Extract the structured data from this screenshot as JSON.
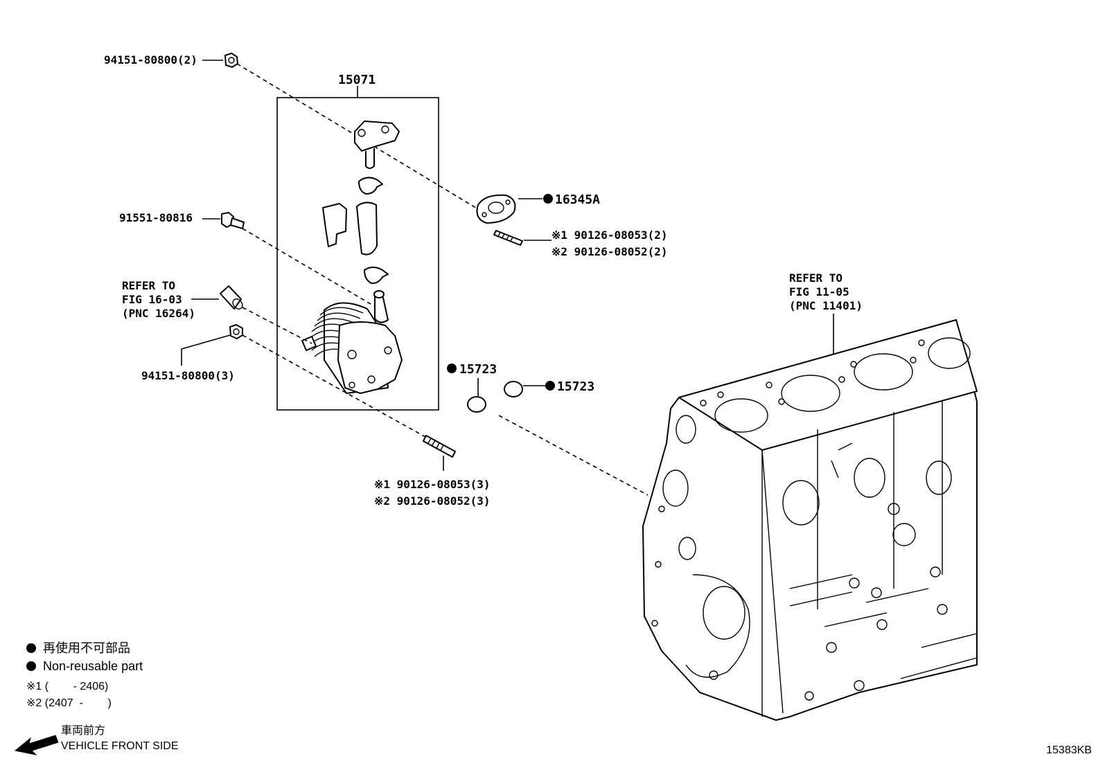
{
  "labels": {
    "bolt_top": "94151-80800(2)",
    "assembly": "15071",
    "gasket": "16345A",
    "stud_top_1": "※1 90126-08053(2)",
    "stud_top_2": "※2 90126-08052(2)",
    "bolt_mid": "91551-80816",
    "refer_16_line1": "REFER TO",
    "refer_16_line2": "FIG 16-03",
    "refer_16_line3": "(PNC 16264)",
    "nut_lower": "94151-80800(3)",
    "oring_left": "15723",
    "oring_right": "15723",
    "stud_bottom_1": "※1 90126-08053(3)",
    "stud_bottom_2": "※2 90126-08052(3)",
    "refer_11_line1": "REFER TO",
    "refer_11_line2": "FIG 11-05",
    "refer_11_line3": "(PNC 11401)"
  },
  "legend": {
    "non_reusable_jp": "再使用不可部品",
    "non_reusable_en": "Non-reusable part",
    "note1": "※1 (        - 2406)",
    "note2": "※2 (2407  -        )",
    "front_jp": "車両前方",
    "front_en": "VEHICLE FRONT SIDE"
  },
  "figure_code": "15383KB"
}
